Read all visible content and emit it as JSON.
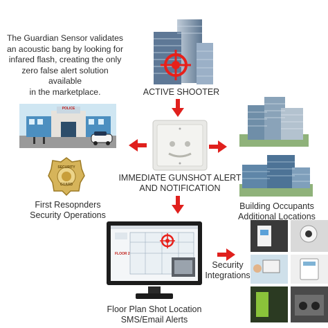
{
  "intro": {
    "line1": "The Guardian Sensor validates",
    "line2": "an acoustic bang by looking for",
    "line3": "infared flash, creating the only",
    "line4": "zero false alert solution available",
    "line5": "in the marketplace."
  },
  "nodes": {
    "active_shooter": "ACTIVE SHOOTER",
    "gunshot_alert_line1": "IMMEDIATE GUNSHOT ALERT",
    "gunshot_alert_line2": "AND NOTIFICATION",
    "first_responders_line1": "First Resopnders",
    "first_responders_line2": "Security Operations",
    "building_occupants_line1": "Building Occupants",
    "building_occupants_line2": "Additional Locations",
    "security_integrations_line1": "Security",
    "security_integrations_line2": "Integrations",
    "floor_plan_line1": "Floor Plan Shot Location",
    "floor_plan_line2": "SMS/Email Alerts"
  },
  "images": {
    "police_station_sign": "POLICE",
    "badge_top": "SECURITY",
    "badge_bottom": "GUARD",
    "screen_floor": "FLOOR 2"
  },
  "colors": {
    "arrow": "#e0201d",
    "target": "#e8201a",
    "text": "#2c2c2c"
  }
}
